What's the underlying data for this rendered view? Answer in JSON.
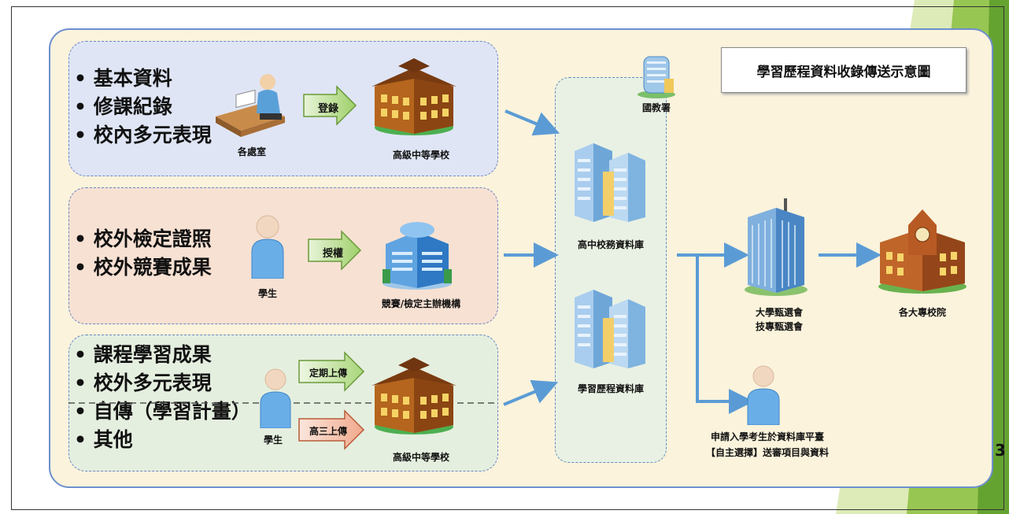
{
  "title": "學習歷程資料收錄傳送示意圖",
  "page_number": "3",
  "group1": {
    "bullets": [
      "基本資料",
      "修課紀錄",
      "校內多元表現"
    ],
    "actor": "各處室",
    "arrow": "登錄",
    "target": "高級中等學校"
  },
  "group2": {
    "bullets": [
      "校外檢定證照",
      "校外競賽成果"
    ],
    "actor": "學生",
    "arrow": "授權",
    "target": "競賽/檢定主辦機構"
  },
  "group3": {
    "bullets": [
      "課程學習成果",
      "校外多元表現",
      "自傳（學習計畫）",
      "其他"
    ],
    "actor": "學生",
    "arrow_top": "定期上傳",
    "arrow_bottom": "高三上傳",
    "target": "高級中等學校"
  },
  "databases": {
    "ministry": "國教署",
    "db1": "高中校務資料庫",
    "db2": "學習歷程資料庫"
  },
  "committee": {
    "line1": "大學甄選會",
    "line2": "技專甄選會"
  },
  "universities": "各大專校院",
  "applicant": {
    "line1": "申請入學考生於資料庫平臺",
    "line2": "【自主選擇】送審項目與資料"
  },
  "colors": {
    "flow_arrow": "#5b9bd5",
    "panel_border": "#6d8fcf",
    "green_deco": "#8cbf3f"
  }
}
